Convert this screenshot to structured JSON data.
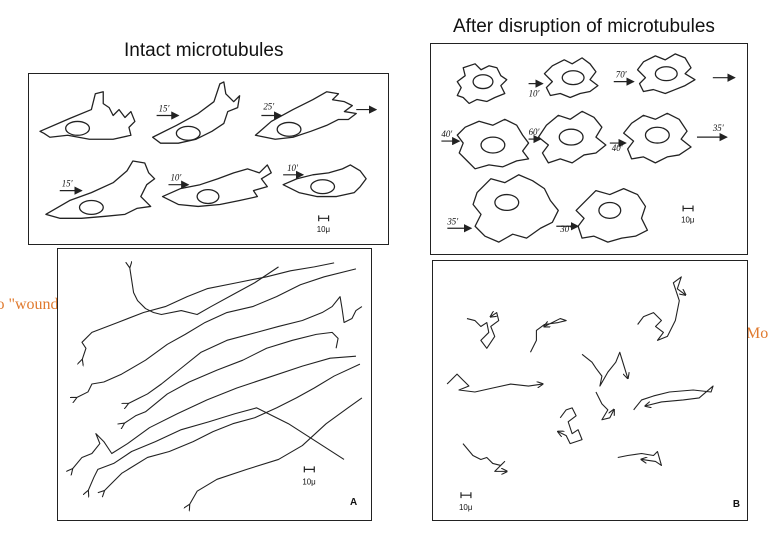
{
  "titles": {
    "intact": "Intact microtubules",
    "disrupted": "After disruption of microtubules"
  },
  "side_labels": {
    "left": "to \"wound\"",
    "right": "Mo"
  },
  "panels": {
    "intact_shapes": {
      "times": [
        "15′",
        "25′",
        "15′",
        "10′",
        "10′"
      ],
      "scale": "10μ"
    },
    "disrupted_shapes": {
      "times": [
        "10′",
        "70′",
        "40′",
        "60′",
        "40′",
        "35′",
        "35′",
        "30′"
      ],
      "scale": "10μ"
    },
    "tracks_a": {
      "scale": "10μ",
      "letter": "A"
    },
    "tracks_b": {
      "scale": "10μ",
      "letter": "B"
    }
  },
  "colors": {
    "side_label": "#e07a2e",
    "ink": "#222222"
  }
}
